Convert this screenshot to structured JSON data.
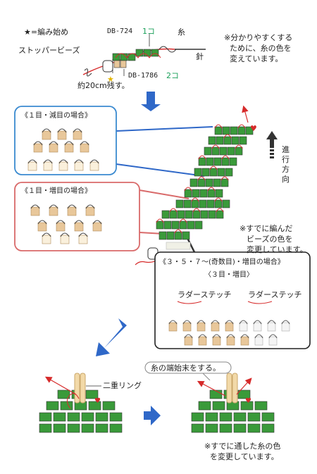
{
  "top": {
    "legend_star": "★=編み始め",
    "bead1_code": "DB-724",
    "bead1_count": "1コ",
    "bead2_code": "DB-1786",
    "bead2_count": "2コ",
    "stopper_label": "ストッパービーズ",
    "thread_label": "糸",
    "needle_label": "針",
    "leftover_label": "約20cm残す。",
    "note_lines": [
      "※分かりやすくする",
      "ために、糸の色を",
      "変えています。"
    ]
  },
  "panels": {
    "decrease_title": "《１目・減目の場合》",
    "increase_title": "《１目・増目の場合》",
    "odd_title": "《３・５・７～(奇数目)・増目の場合》",
    "odd_subtitle": "〈３目・増目〉",
    "ladder_left": "ラダーステッチ",
    "ladder_right": "ラダーステッチ"
  },
  "direction_label": [
    "進",
    "行",
    "方",
    "向"
  ],
  "mid_note": [
    "※すでに編んだ",
    "ビーズの色を",
    "変更しています。"
  ],
  "bottom": {
    "double_ring_label": "二重リング",
    "finish_label": "糸の端始末をする。",
    "note_lines": [
      "※すでに通した糸の色",
      "を変更しています。"
    ]
  },
  "colors": {
    "green_bead": "#3a9a3a",
    "tan_bead": "#e8c79a",
    "thread_red": "#d62a2a",
    "blue_arrow": "#2f68c8",
    "panel_blue": "#3a8ad0",
    "panel_red": "#d96a6a"
  }
}
